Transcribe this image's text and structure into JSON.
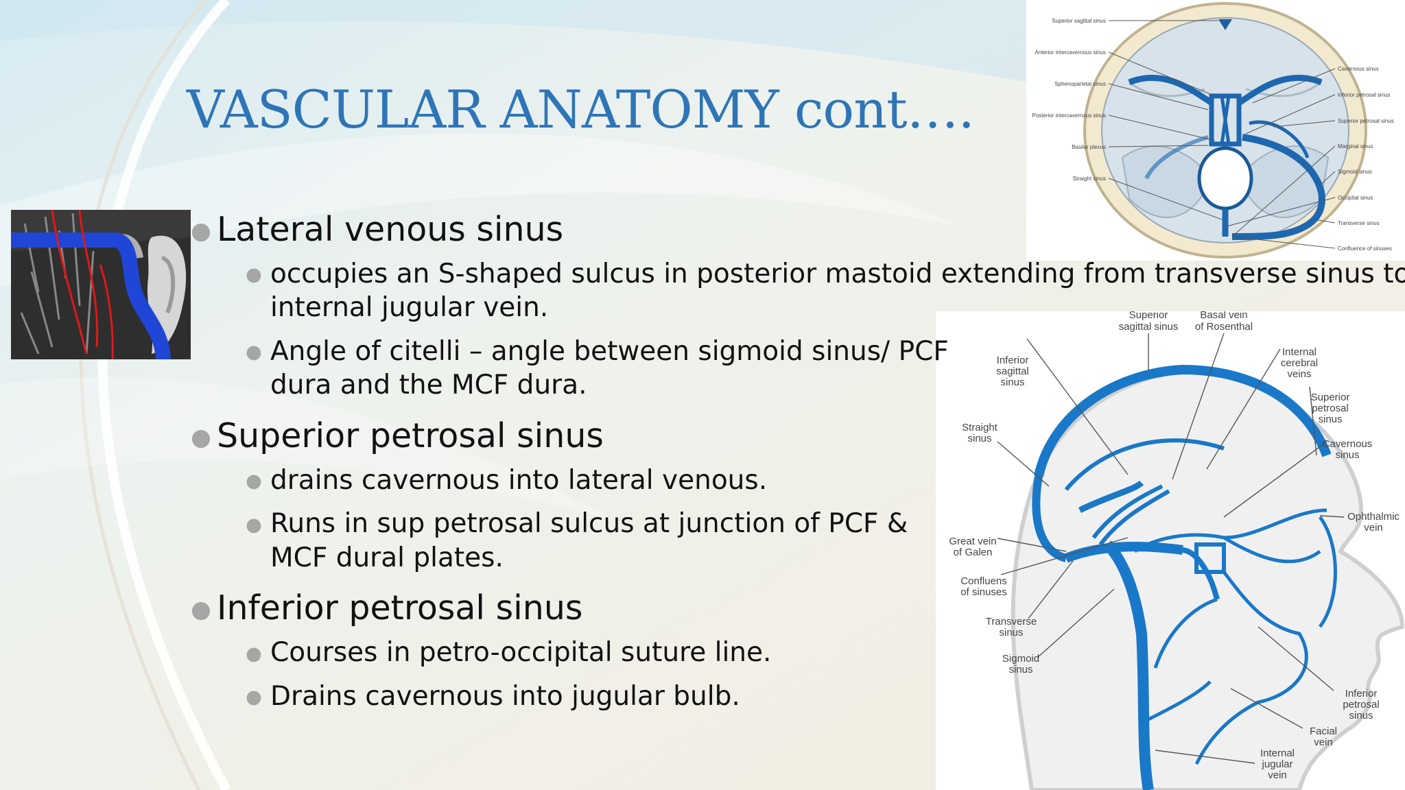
{
  "slide": {
    "title": "VASCULAR ANATOMY cont….",
    "bullets": [
      {
        "text": "Lateral venous sinus",
        "sub": [
          "occupies an S-shaped sulcus in posterior mastoid extending from transverse sinus to internal jugular vein.",
          "Angle of citelli – angle between sigmoid sinus/ PCF dura and the MCF dura."
        ]
      },
      {
        "text": "Superior petrosal sinus",
        "sub": [
          "drains cavernous into lateral venous.",
          "Runs in sup petrosal sulcus at junction of PCF & MCF dural plates."
        ]
      },
      {
        "text": "Inferior petrosal sinus",
        "sub": [
          "Courses in petro-occipital suture line.",
          "Drains cavernous into jugular bulb."
        ]
      }
    ]
  },
  "axial_diagram": {
    "left_labels": [
      "Superior sagittal sinus",
      "Anterior intercavernous sinus",
      "Sphenoparietal sinus",
      "Posterior intercavernous sinus",
      "Basilar plexus",
      "Straight sinus"
    ],
    "right_labels": [
      "Cavernous sinus",
      "Inferior petrosal sinus",
      "Superior petrosal sinus",
      "Marginal sinus",
      "Sigmoid sinus",
      "Occipital sinus",
      "Transverse sinus",
      "Confluence of sinuses"
    ]
  },
  "sagittal_diagram": {
    "labels": {
      "superior_sagittal": [
        "Superior",
        "sagittal sinus"
      ],
      "basal_vein": [
        "Basal vein",
        "of Rosenthal"
      ],
      "inferior_sagittal": [
        "Inferior",
        "sagittal",
        "sinus"
      ],
      "internal_cerebral": [
        "Internal",
        "cerebral",
        "veins"
      ],
      "superior_petrosal": [
        "Superior",
        "petrosal",
        "sinus"
      ],
      "straight": [
        "Straight",
        "sinus"
      ],
      "cavernous": [
        "Cavernous",
        "sinus"
      ],
      "ophthalmic": [
        "Ophthalmic",
        "vein"
      ],
      "galen": [
        "Great vein",
        "of Galen"
      ],
      "confluens": [
        "Confluens",
        "of sinuses"
      ],
      "transverse": [
        "Transverse",
        "sinus"
      ],
      "sigmoid": [
        "Sigmoid",
        "sinus"
      ],
      "inferior_petrosal": [
        "Inferior",
        "petrosal",
        "sinus"
      ],
      "facial": [
        "Facial",
        "vein"
      ],
      "internal_jugular": [
        "Internal",
        "jugular",
        "vein"
      ]
    }
  },
  "colors": {
    "title": "#2e75b6",
    "vein": "#1a78c8",
    "text": "#111111",
    "bullet": "#a6a6a6"
  }
}
